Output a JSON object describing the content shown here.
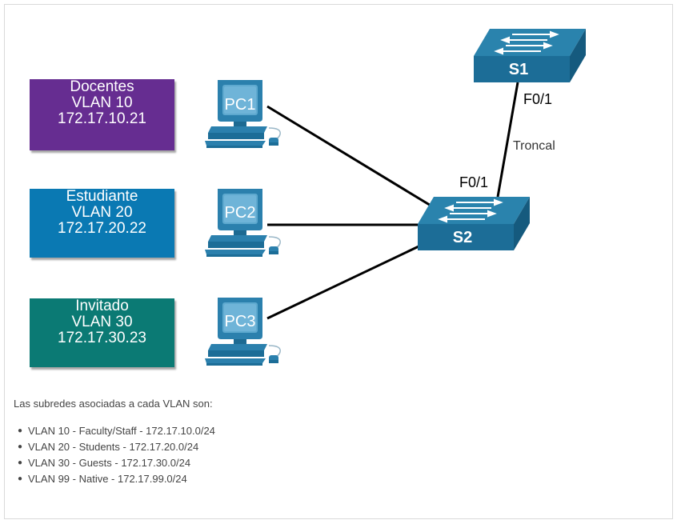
{
  "vlans": [
    {
      "name": "Docentes",
      "vlan": "VLAN 10",
      "ip": "172.17.10.21",
      "color": "#662d91"
    },
    {
      "name": "Estudiante",
      "vlan": "VLAN 20",
      "ip": "172.17.20.22",
      "color": "#0a79b3"
    },
    {
      "name": "Invitado",
      "vlan": "VLAN 30",
      "ip": "172.17.30.23",
      "color": "#0b7a74"
    }
  ],
  "pcs": [
    "PC1",
    "PC2",
    "PC3"
  ],
  "switches": {
    "s1": "S1",
    "s2": "S2"
  },
  "ports": {
    "s1_port": "F0/1",
    "s2_port": "F0/1"
  },
  "link_label": "Troncal",
  "subnets": {
    "intro": "Las subredes asociadas a cada VLAN son:",
    "items": [
      "VLAN 10 - Faculty/Staff - 172.17.10.0/24",
      "VLAN 20 - Students - 172.17.20.0/24",
      "VLAN 30 - Guests - 172.17.30.0/24",
      "VLAN 99 - Native - 172.17.99.0/24"
    ]
  },
  "colors": {
    "switch_top": "#2a83ad",
    "switch_front": "#1c6d97",
    "switch_side": "#155a7e",
    "pc_blue": "#2b80ad",
    "pc_screen": "#5ea9cf",
    "link": "#000000"
  }
}
